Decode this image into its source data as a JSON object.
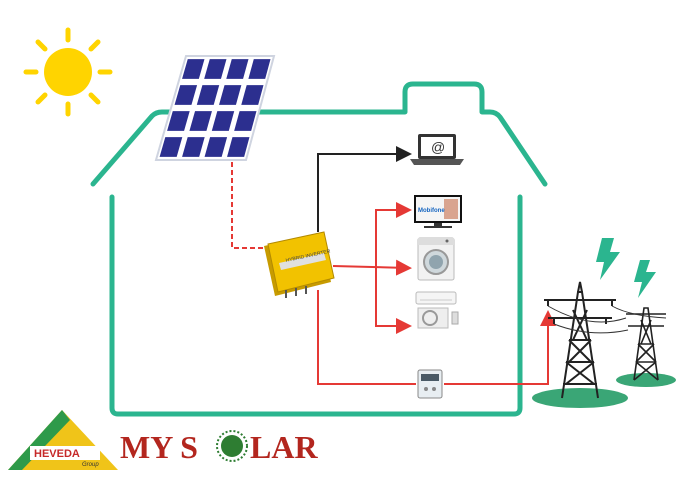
{
  "diagram": {
    "components": {
      "sun": "sun-icon",
      "solar_panel": "solar-panel-icon",
      "inverter": {
        "icon": "hybrid-inverter-icon",
        "label": "HYBRID INVERTER"
      },
      "laptop": {
        "icon": "laptop-icon",
        "screen_symbol": "@"
      },
      "tv": {
        "icon": "tv-icon",
        "screen_text": "Mobifone"
      },
      "washing_machine": "washing-machine-icon",
      "air_conditioner": "air-conditioner-icon",
      "meter": "electric-meter-icon",
      "grid_towers": [
        "transmission-tower-icon",
        "transmission-tower-icon"
      ],
      "lightning": [
        "lightning-bolt-icon",
        "lightning-bolt-icon"
      ]
    },
    "colors": {
      "house_outline": "#2bb58f",
      "dc_line": "#e53935",
      "ac_line": "#e53935",
      "data_line": "#222222",
      "sun": "#ffd400",
      "panel": "#2c2f8f",
      "inverter": "#f2c200",
      "grid_ground": "#3aa676",
      "lightning": "#2bb58f"
    }
  },
  "logos": {
    "heveda": {
      "name": "HEVEDA",
      "sub": "Group"
    },
    "mysolar": {
      "part1": "MY S",
      "part2": "LAR"
    }
  }
}
